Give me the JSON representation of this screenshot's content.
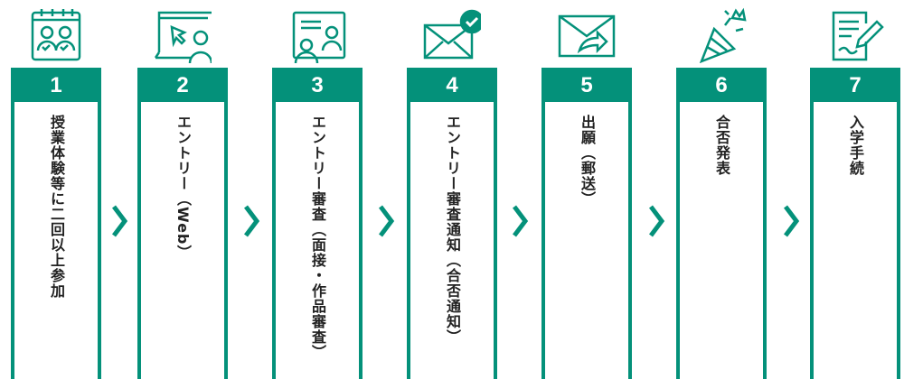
{
  "accent_color": "#04917a",
  "steps": [
    {
      "number": "1",
      "label": "授業体験等に二回以上参加",
      "icon": "calendar-people-icon"
    },
    {
      "number": "2",
      "label": "エントリー（Web）",
      "icon": "web-entry-icon"
    },
    {
      "number": "3",
      "label": "エントリー審査（面接・作品審査）",
      "icon": "interview-icon"
    },
    {
      "number": "4",
      "label": "エントリー審査通知（合否通知）",
      "icon": "mail-check-icon"
    },
    {
      "number": "5",
      "label": "出願（郵送）",
      "icon": "mail-send-icon"
    },
    {
      "number": "6",
      "label": "合否発表",
      "icon": "party-popper-icon"
    },
    {
      "number": "7",
      "label": "入学手続",
      "icon": "document-sign-icon"
    }
  ]
}
